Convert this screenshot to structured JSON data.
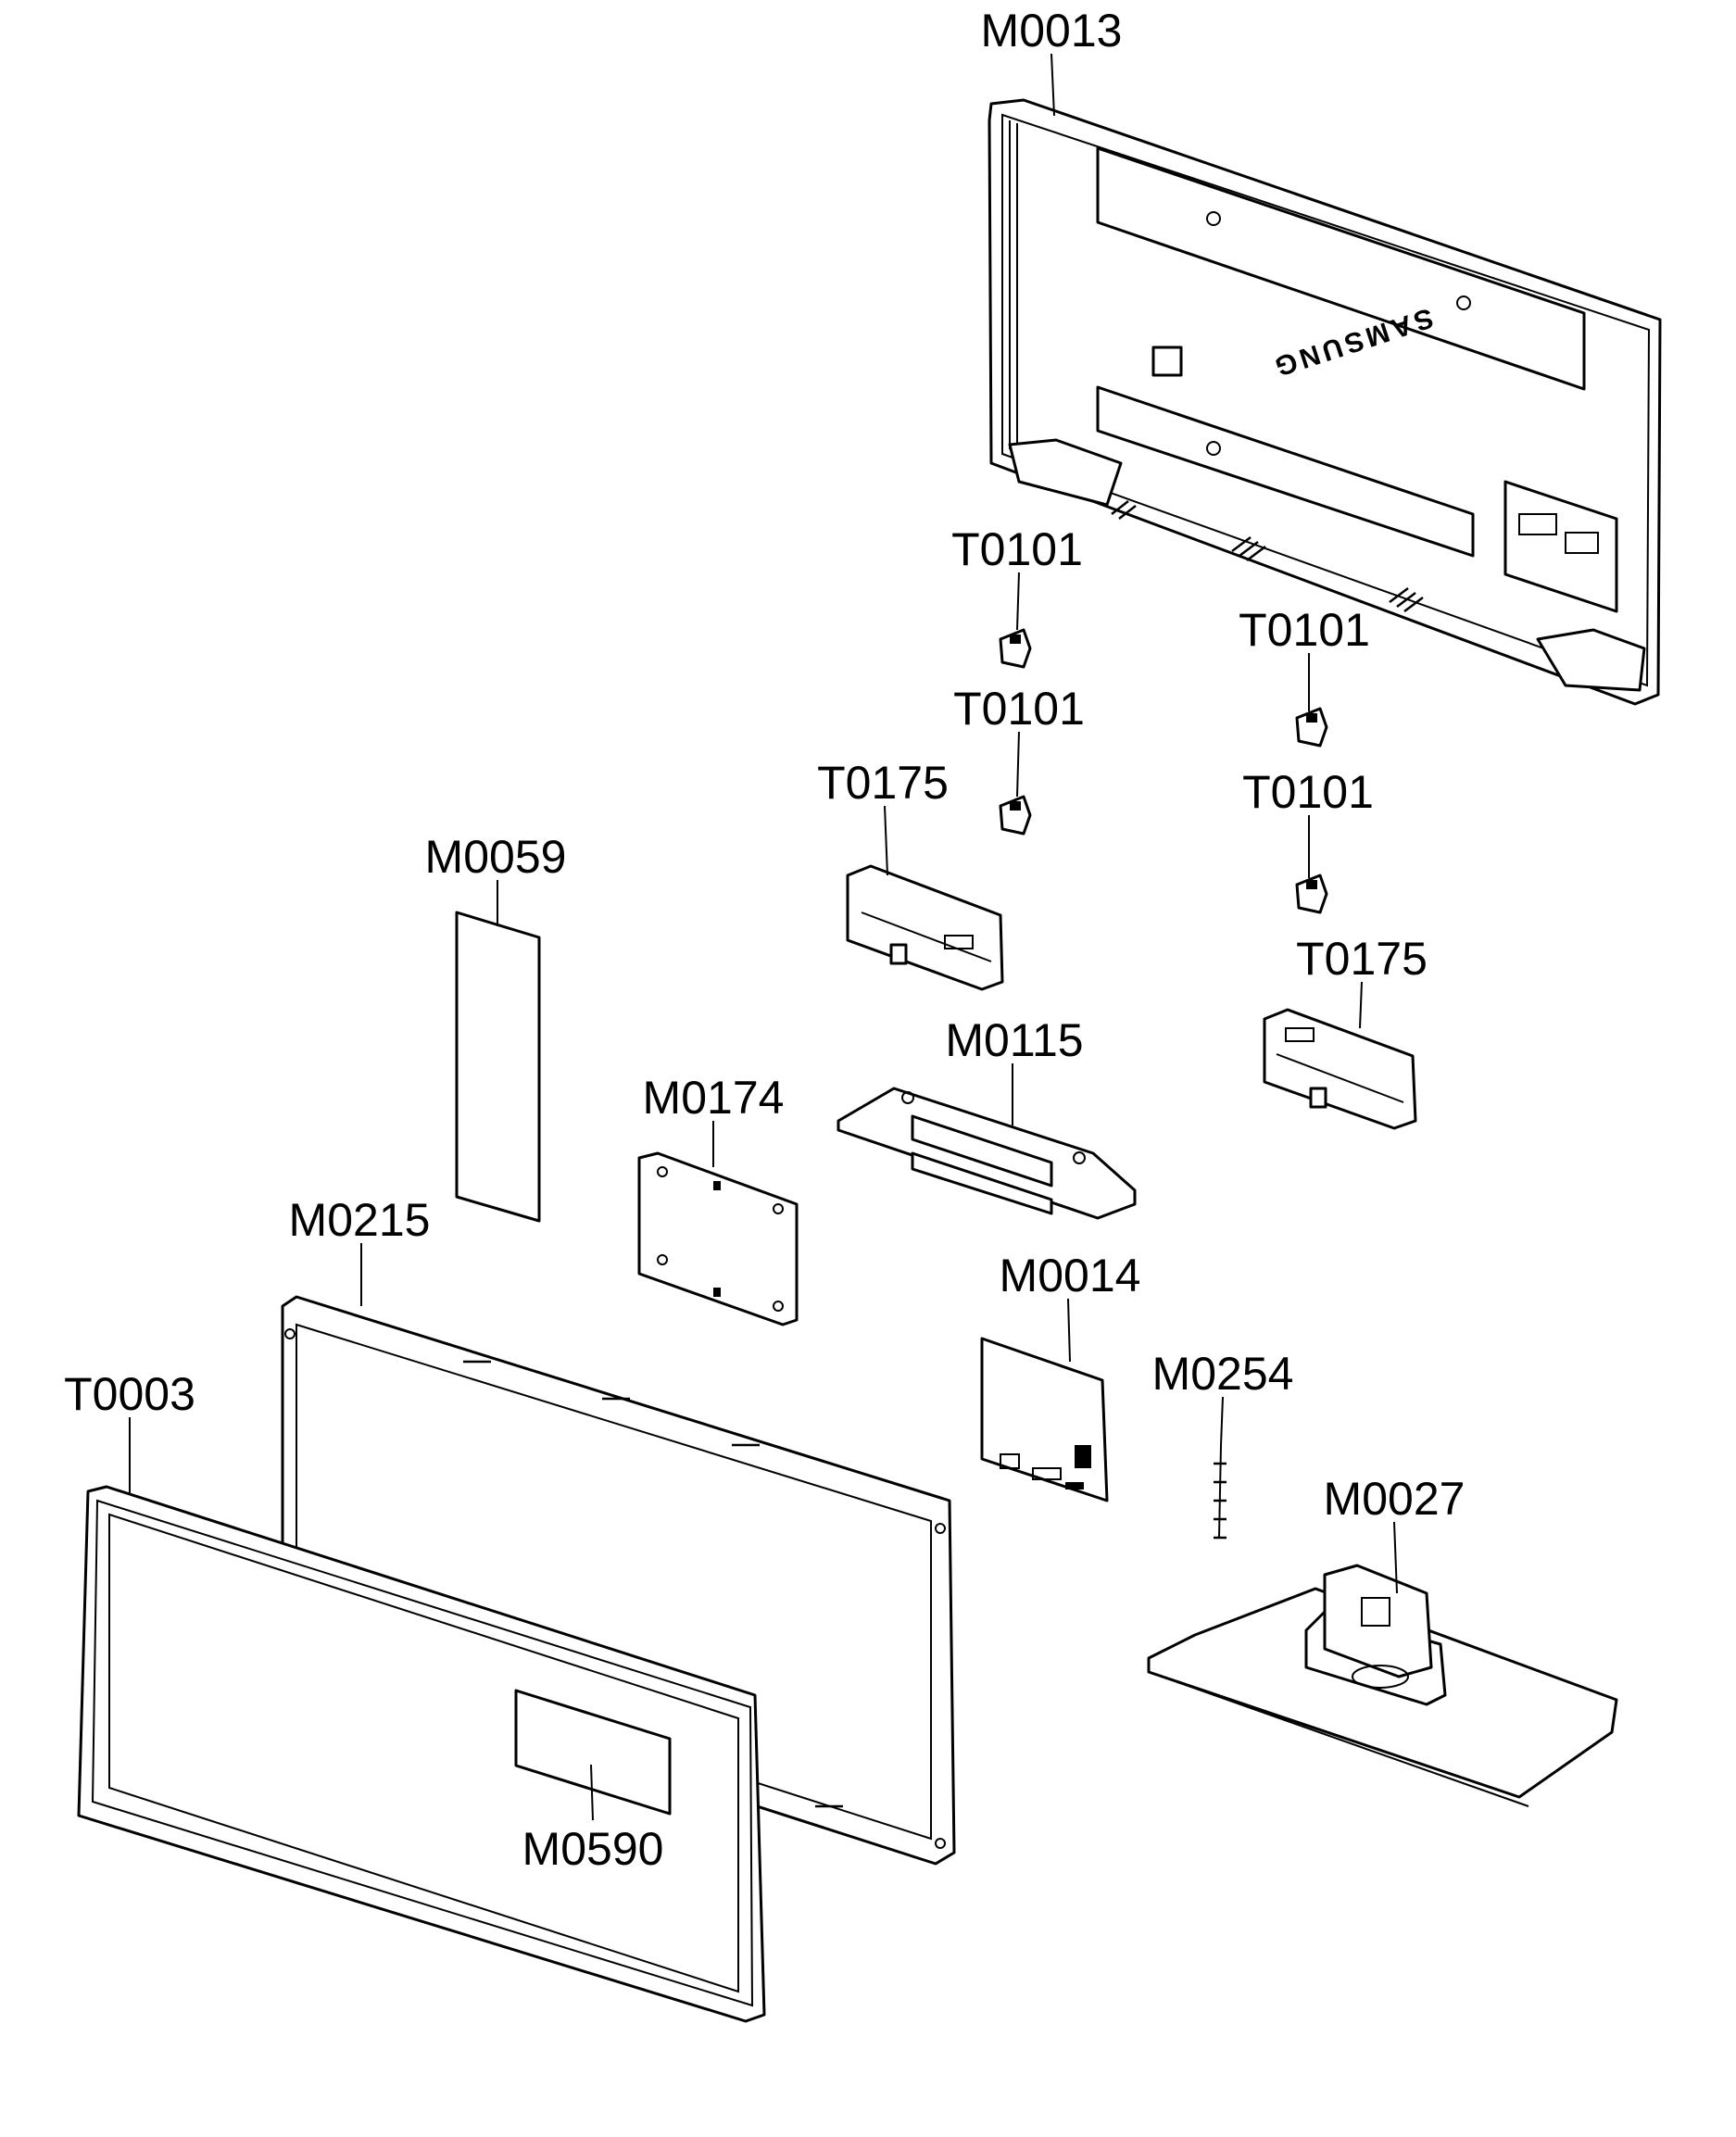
{
  "diagram": {
    "callouts": [
      {
        "id": "m0013",
        "text": "M0013"
      },
      {
        "id": "t0101-a",
        "text": "T0101"
      },
      {
        "id": "t0101-b",
        "text": "T0101"
      },
      {
        "id": "t0101-c",
        "text": "T0101"
      },
      {
        "id": "t0101-d",
        "text": "T0101"
      },
      {
        "id": "t0175-a",
        "text": "T0175"
      },
      {
        "id": "t0175-b",
        "text": "T0175"
      },
      {
        "id": "m0059",
        "text": "M0059"
      },
      {
        "id": "m0115",
        "text": "M0115"
      },
      {
        "id": "m0174",
        "text": "M0174"
      },
      {
        "id": "m0215",
        "text": "M0215"
      },
      {
        "id": "m0014",
        "text": "M0014"
      },
      {
        "id": "m0254",
        "text": "M0254"
      },
      {
        "id": "t0003",
        "text": "T0003"
      },
      {
        "id": "m0027",
        "text": "M0027"
      },
      {
        "id": "m0590",
        "text": "M0590"
      }
    ],
    "brand_text": "SAMSUNG"
  }
}
